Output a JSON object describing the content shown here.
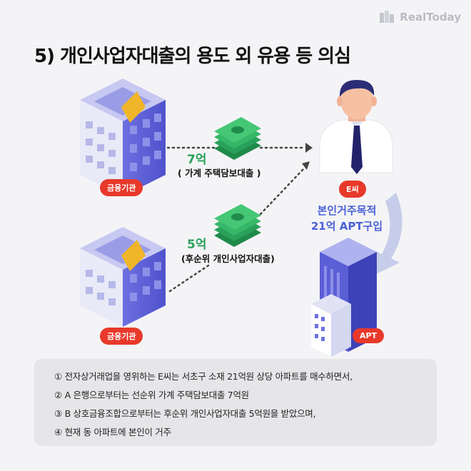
{
  "brand": {
    "logo_text": "RealToday"
  },
  "title": "5) 개인사업자대출의 용도 외 유용 등 의심",
  "institutions": [
    {
      "label": "금융기관"
    },
    {
      "label": "금융기관"
    }
  ],
  "loans": [
    {
      "amount": "7억",
      "label": "( 가계 주택담보대출 )"
    },
    {
      "amount": "5억",
      "label": "(후순위 개인사업자대출)"
    }
  ],
  "person": {
    "label": "E씨"
  },
  "purpose": {
    "line1": "본인거주목적",
    "line2": "21억 APT구입"
  },
  "apt": {
    "label": "APT"
  },
  "colors": {
    "accent_red": "#e8392b",
    "money_green": "#2aa15b",
    "purpose_blue": "#4a60d6",
    "building_purple": "#5b5fd6"
  },
  "notes": [
    "① 전자상거래업을 영위하는 E씨는 서초구 소재 21억원 상당 아파트를 매수하면서,",
    "② A 은행으로부터는 선순위 가계 주택담보대출 7억원",
    "③ B 상호금융조합으로부터는 후순위 개인사업자대출 5억원을 받았으며,",
    "④ 현재 동 아파트에 본인이 거주"
  ]
}
